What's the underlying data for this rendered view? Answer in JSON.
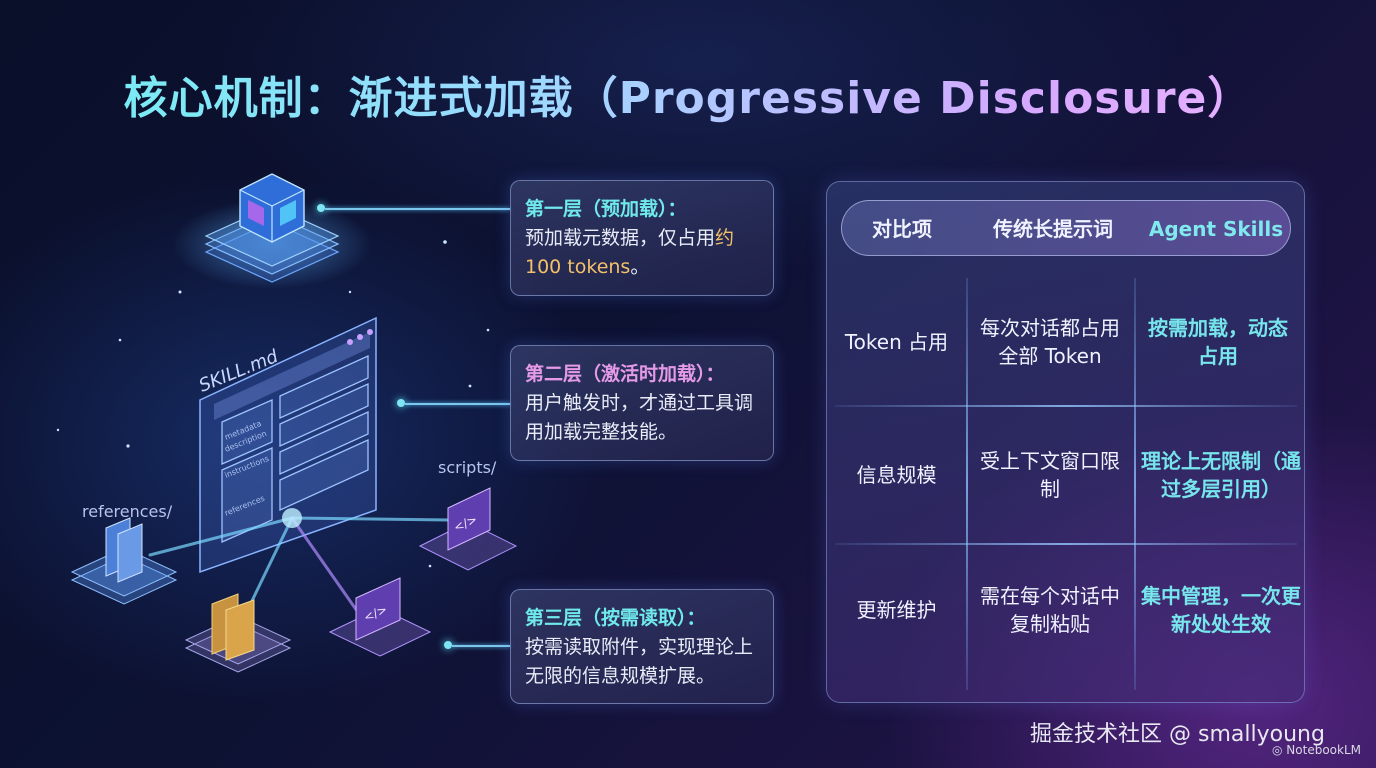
{
  "title": "核心机制：渐进式加载（Progressive Disclosure）",
  "illustration": {
    "skill_file": "SKILL.md",
    "file_lines": [
      "metadata",
      "description",
      "instructions",
      "references"
    ],
    "scripts_label": "scripts/",
    "references_label": "references/"
  },
  "layers": [
    {
      "head": "第一层（预加载）：",
      "body": "预加载元数据，仅占用",
      "highlight": "约 100 tokens",
      "tail": "。"
    },
    {
      "head": "第二层（激活时加载）：",
      "body": "用户触发时，才通过工具调用加载完整技能。"
    },
    {
      "head": "第三层（按需读取）：",
      "body": "按需读取附件，实现理论上无限的信息规模扩展。"
    }
  ],
  "comparison": {
    "headers": [
      "对比项",
      "传统长提示词",
      "Agent Skills"
    ],
    "rows": [
      {
        "item": "Token 占用",
        "traditional": "每次对话都占用全部 Token",
        "skills": "按需加载，动态占用"
      },
      {
        "item": "信息规模",
        "traditional": "受上下文窗口限制",
        "skills": "理论上无限制（通过多层引用）"
      },
      {
        "item": "更新维护",
        "traditional": "需在每个对话中复制粘贴",
        "skills": "集中管理，一次更新处处生效"
      }
    ]
  },
  "watermark": "掘金技术社区 @ smallyoung",
  "brand": "NotebookLM",
  "colors": {
    "cyan": "#6fe9ea",
    "pink": "#e59ae8",
    "gold": "#f4c06a",
    "purple": "#b87cf0"
  }
}
